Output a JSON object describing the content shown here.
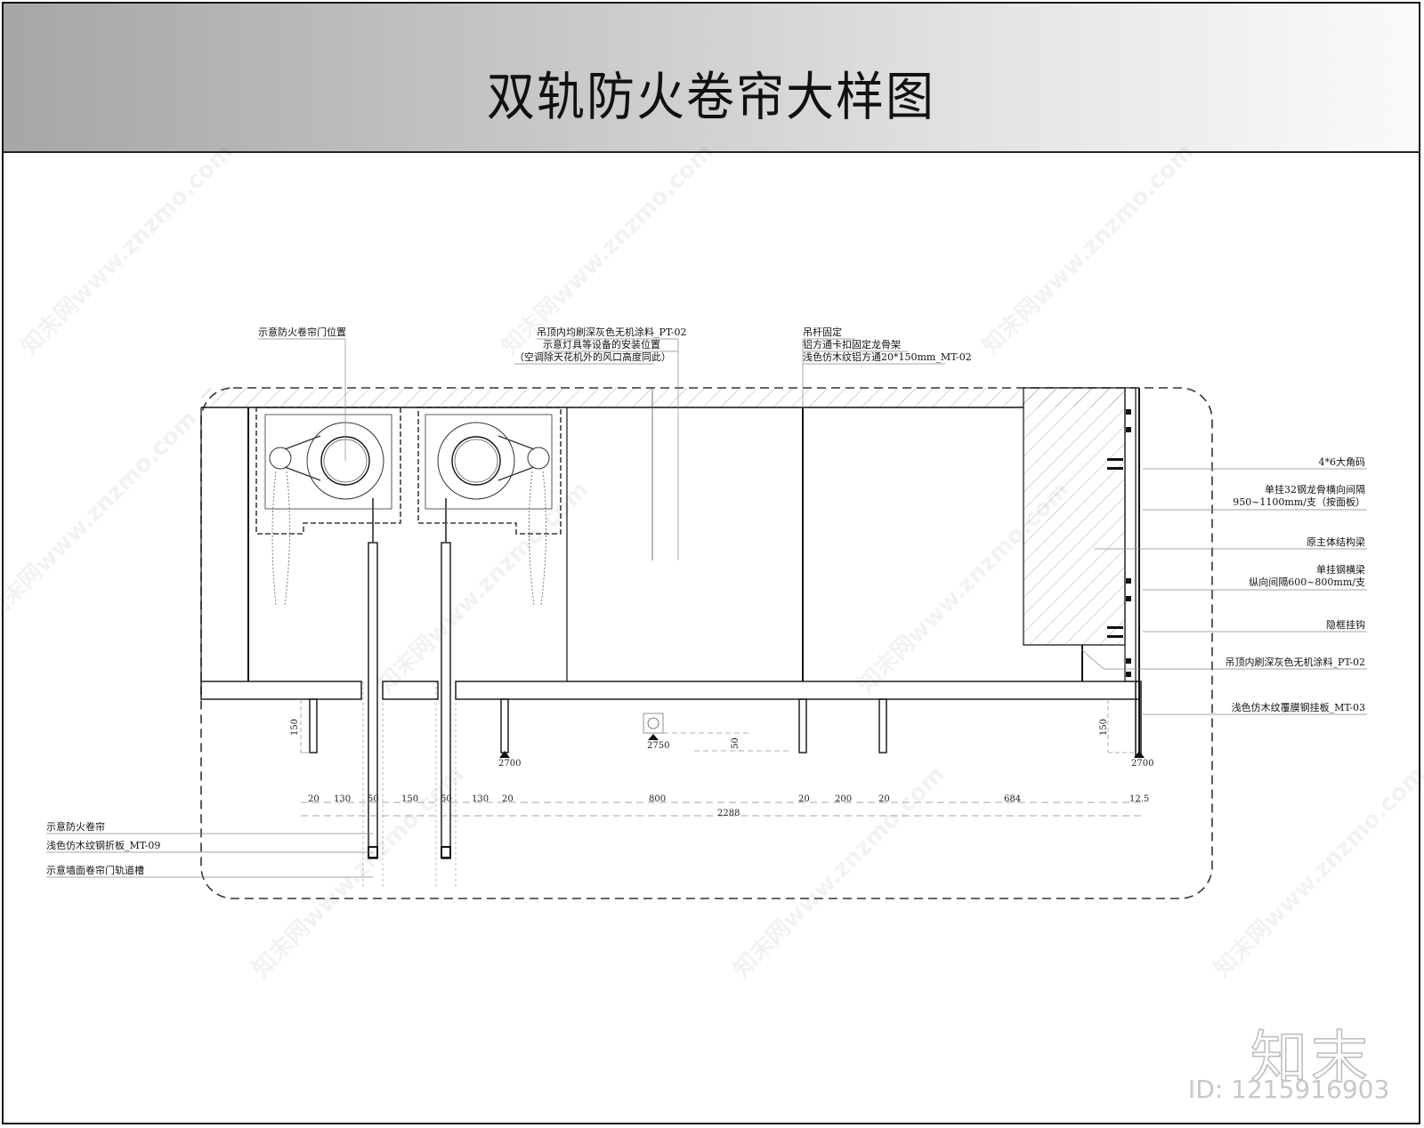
{
  "header": {
    "title": "双轨防火卷帘大样图"
  },
  "callouts_top": {
    "door_position": "示意防火卷帘门位置",
    "ceiling_paint_line1": "吊顶内均刷深灰色无机涂料_PT-02",
    "ceiling_paint_line2": "示意灯具等设备的安装位置",
    "ceiling_paint_line3": "（空调除天花机外的风口高度同此）",
    "hanger_line1": "吊杆固定",
    "hanger_line2": "铝方通卡扣固定龙骨架",
    "hanger_line3": "浅色仿木纹铝方通20*150mm_MT-02"
  },
  "callouts_right": [
    {
      "line1": "4*6大角码"
    },
    {
      "line1": "单挂32钢龙骨横向间隔",
      "line2": "950~1100mm/支（按面板）"
    },
    {
      "line1": "原主体结构梁"
    },
    {
      "line1": "单挂钢横梁",
      "line2": "纵向间隔600~800mm/支"
    },
    {
      "line1": "隐框挂钩"
    },
    {
      "line1": "吊顶内刷深灰色无机涂料_PT-02"
    },
    {
      "line1": "浅色仿木纹覆膜钢挂板_MT-03"
    }
  ],
  "callouts_left": [
    "示意防火卷帘",
    "浅色仿木纹钢折板_MT-09",
    "示意墙面卷帘门轨道槽"
  ],
  "elevations": {
    "left_fin": "2700",
    "light": "2750",
    "right_panel": "2700"
  },
  "vertical_dims": {
    "left_fin_depth": "150",
    "light_offset": "50",
    "right_panel_depth": "150"
  },
  "dimension_chain": [
    "20",
    "130",
    "50",
    "150",
    "50",
    "130",
    "20",
    "800",
    "20",
    "200",
    "20",
    "684",
    "12.5"
  ],
  "dimension_total": "2288",
  "watermark": {
    "logo": "知末",
    "id": "ID: 1215916903",
    "site": "知末网www.znzmo.com"
  }
}
